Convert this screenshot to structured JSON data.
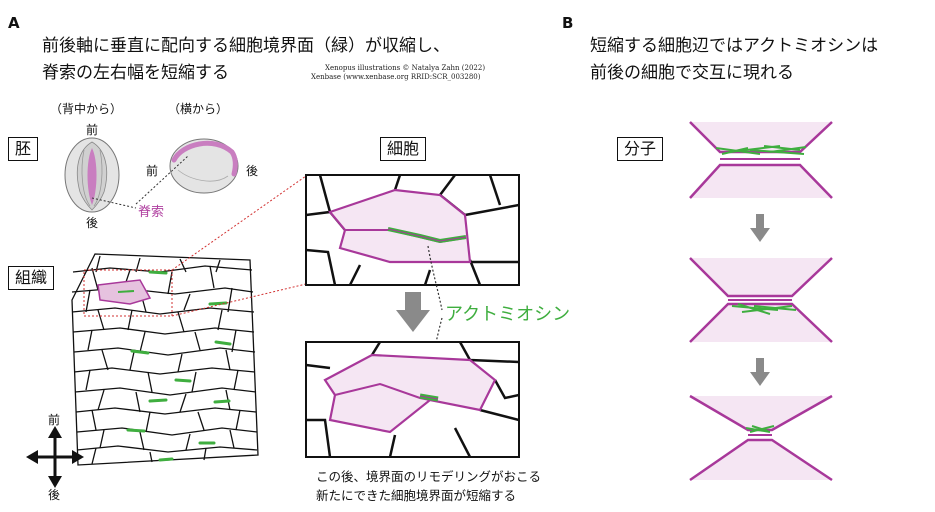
{
  "panelA": {
    "letter": "A",
    "title_line1": "前後軸に垂直に配向する細胞境界面（緑）が収縮し、",
    "title_line2": "脊索の左右幅を短縮する",
    "credit_line1": "Xenopus illustrations © Natalya Zahn (2022)",
    "credit_line2": "Xenbase (www.xenbase.org RRID:SCR_003280)",
    "view_dorsal": "（背中から）",
    "view_lateral": "（横から）",
    "embryo_label": "胚",
    "tissue_label": "組織",
    "cell_label": "細胞",
    "anterior": "前",
    "posterior": "後",
    "notochord": "脊索",
    "actomyosin": "アクトミオシン",
    "caption_line1": "この後、境界面のリモデリングがおこる",
    "caption_line2": "新たにできた細胞境界面が短縮する"
  },
  "panelB": {
    "letter": "B",
    "title_line1": "短縮する細胞辺ではアクトミオシンは",
    "title_line2": "前後の細胞で交互に現れる",
    "molecule_label": "分子"
  },
  "colors": {
    "magenta": "#a8389a",
    "pink_fill": "#f5e6f3",
    "green": "#3fae3f",
    "arrow_gray": "#8a8a8a"
  }
}
